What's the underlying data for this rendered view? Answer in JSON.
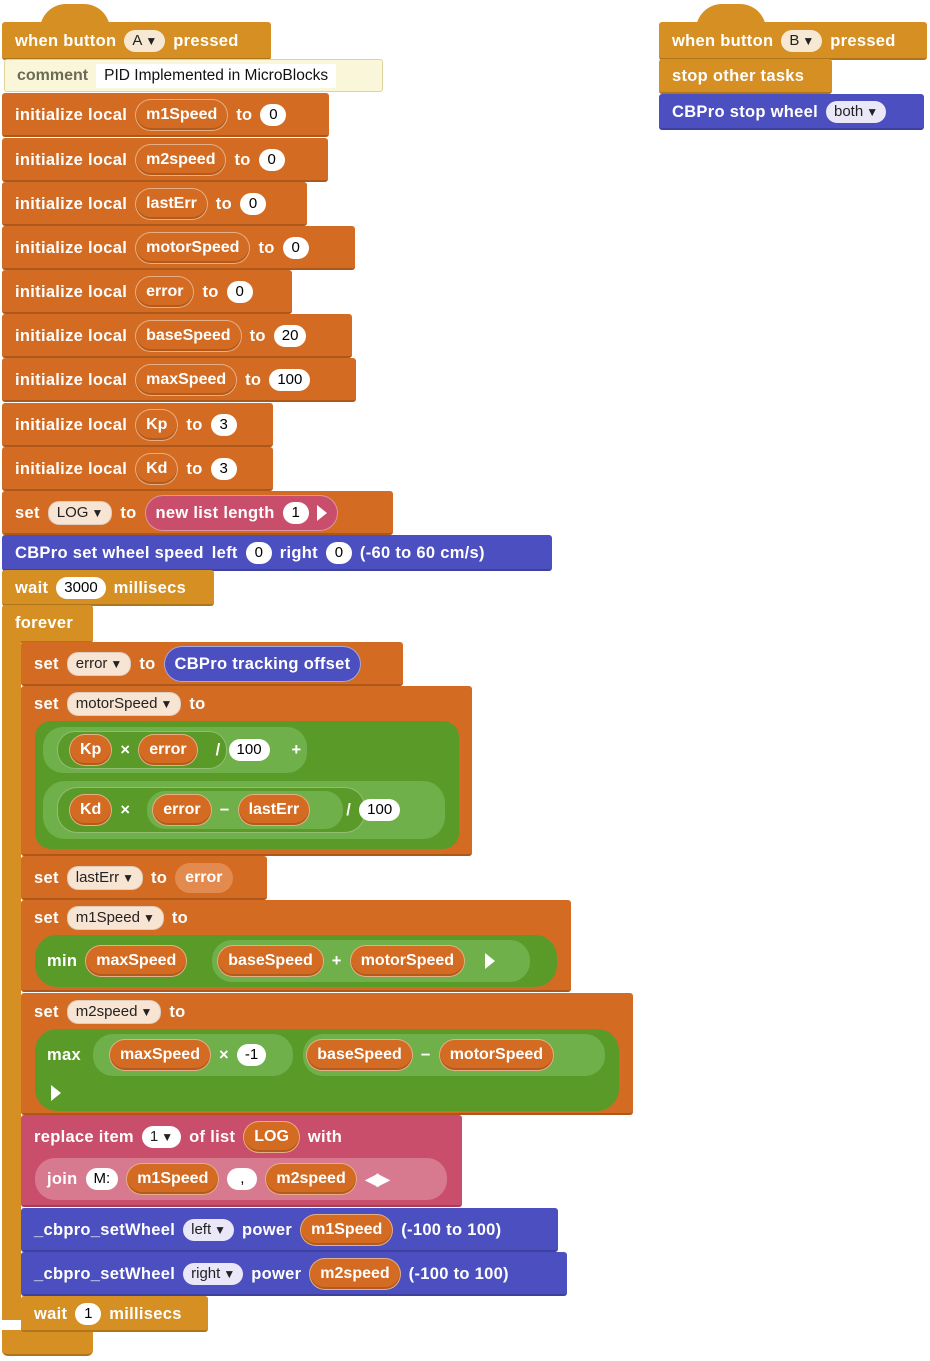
{
  "script_a": {
    "hat": {
      "when": "when button",
      "button": "A",
      "pressed": "pressed"
    },
    "comment": {
      "label": "comment",
      "text": "PID Implemented in MicroBlocks"
    },
    "init_label": "initialize local",
    "to_label": "to",
    "locals": [
      {
        "name": "m1Speed",
        "value": "0"
      },
      {
        "name": "m2speed",
        "value": "0"
      },
      {
        "name": "lastErr",
        "value": "0"
      },
      {
        "name": "motorSpeed",
        "value": "0"
      },
      {
        "name": "error",
        "value": "0"
      },
      {
        "name": "baseSpeed",
        "value": "20"
      },
      {
        "name": "maxSpeed",
        "value": "100"
      },
      {
        "name": "Kp",
        "value": "3"
      },
      {
        "name": "Kd",
        "value": "3"
      }
    ],
    "set_log": {
      "set": "set",
      "var": "LOG",
      "to": "to",
      "new_list": "new list length",
      "length": "1"
    },
    "set_wheel": {
      "label": "CBPro set wheel speed",
      "left": "left",
      "left_val": "0",
      "right": "right",
      "right_val": "0",
      "range": "(-60 to 60 cm/s)"
    },
    "wait_start": {
      "wait": "wait",
      "value": "3000",
      "unit": "millisecs"
    },
    "forever": "forever",
    "loop": {
      "set_error": {
        "set": "set",
        "var": "error",
        "to": "to",
        "reporter": "CBPro tracking offset"
      },
      "set_motor": {
        "set": "set",
        "var": "motorSpeed",
        "to": "to",
        "kp": "Kp",
        "times": "×",
        "error": "error",
        "div": "/",
        "hundred": "100",
        "plus": "+",
        "kd": "Kd",
        "error2": "error",
        "minus": "−",
        "lasterr": "lastErr",
        "div2": "/",
        "hundred2": "100"
      },
      "set_lasterr": {
        "set": "set",
        "var": "lastErr",
        "to": "to",
        "value": "error"
      },
      "set_m1": {
        "set": "set",
        "var": "m1Speed",
        "to": "to",
        "min": "min",
        "maxspeed": "maxSpeed",
        "basespeed": "baseSpeed",
        "plus": "+",
        "motorspeed": "motorSpeed"
      },
      "set_m2": {
        "set": "set",
        "var": "m2speed",
        "to": "to",
        "max": "max",
        "maxspeed": "maxSpeed",
        "times": "×",
        "neg": "-1",
        "basespeed": "baseSpeed",
        "minus": "−",
        "motorspeed": "motorSpeed"
      },
      "replace": {
        "replace": "replace item",
        "index": "1",
        "of_list": "of list",
        "list": "LOG",
        "with": "with",
        "join": "join",
        "m": "M:",
        "m1": "m1Speed",
        "comma": ",",
        "m2": "m2speed"
      },
      "wheel_left": {
        "label": "_cbpro_setWheel",
        "side": "left",
        "power": "power",
        "var": "m1Speed",
        "range": "(-100 to 100)"
      },
      "wheel_right": {
        "label": "_cbpro_setWheel",
        "side": "right",
        "power": "power",
        "var": "m2speed",
        "range": "(-100 to 100)"
      },
      "wait_loop": {
        "wait": "wait",
        "value": "1",
        "unit": "millisecs"
      }
    }
  },
  "script_b": {
    "hat": {
      "when": "when button",
      "button": "B",
      "pressed": "pressed"
    },
    "stop_tasks": "stop other tasks",
    "stop_wheel": {
      "label": "CBPro stop wheel",
      "option": "both"
    }
  },
  "colors": {
    "control": "#D58F22",
    "variables": "#D36C22",
    "operators": "#5A9A29",
    "lists": "#C94E6B",
    "cbpro": "#4B4FBF",
    "comment": "#FAF6DA"
  }
}
